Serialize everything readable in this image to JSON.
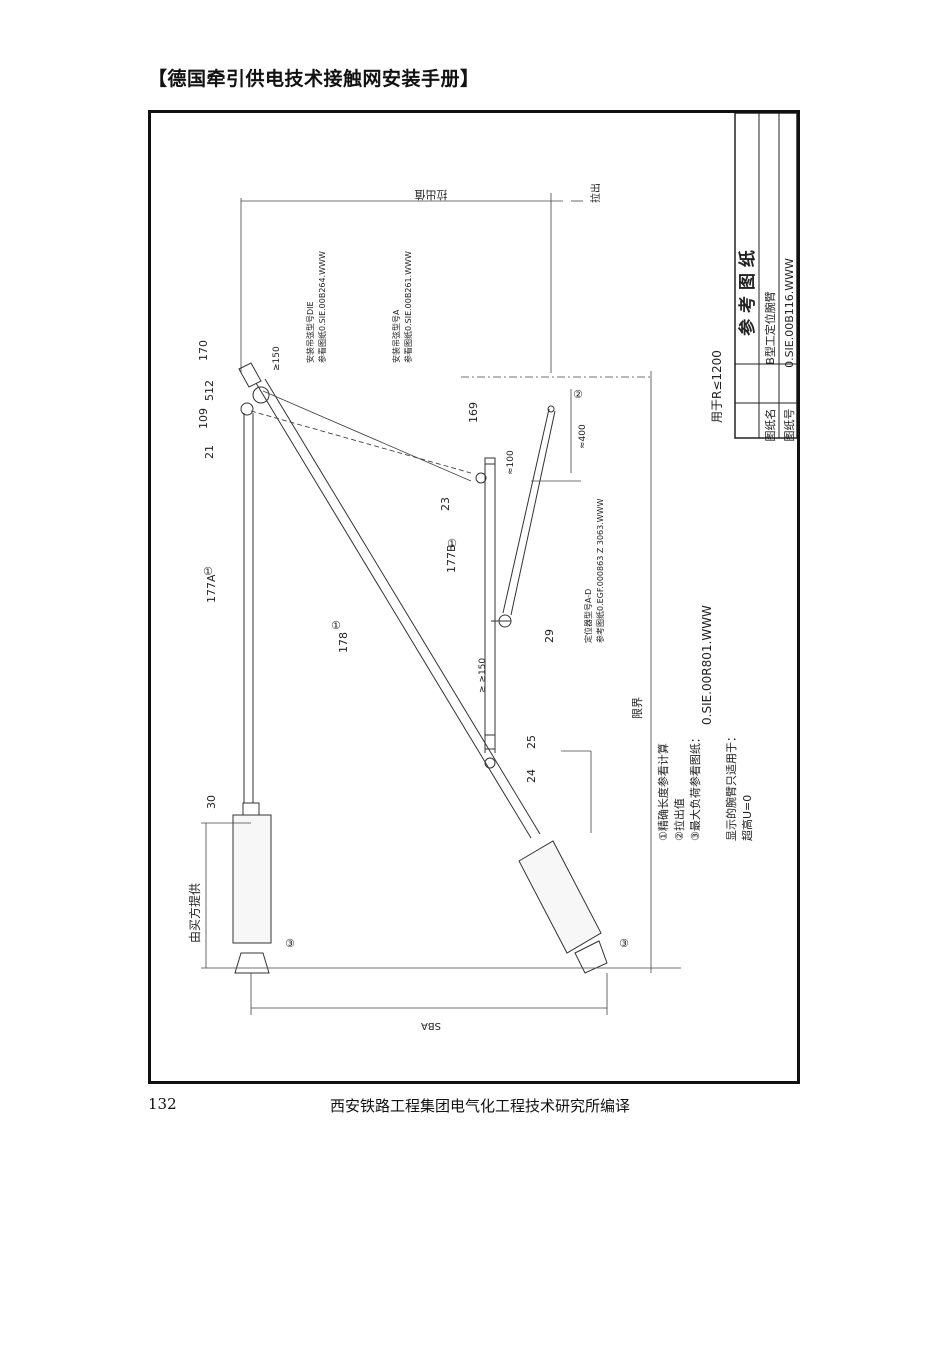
{
  "header": {
    "title": "【德国牵引供电技术接触网安装手册】"
  },
  "footer": {
    "page_number": "132",
    "publisher": "西安铁路工程集团电气化工程技术研究所编译"
  },
  "title_block": {
    "heading": "参  考  图  纸",
    "name_label": "图纸名",
    "name_value": "B型工定位腕臂",
    "number_label": "图纸号",
    "number_value": "0.SIE.00B116.WWW"
  },
  "drawing": {
    "label_170": "170",
    "label_512": "512",
    "label_109": "109",
    "label_21": "21",
    "label_177A": "177A",
    "label_178": "178",
    "label_169": "169",
    "label_23": "23",
    "label_177B": "177B",
    "label_29": "29",
    "label_25": "25",
    "label_24": "24",
    "label_30": "30",
    "dim_150": "≥150",
    "dim_400": "≈400",
    "dim_100": "≈100",
    "dim_150b": "≥ ≥150",
    "dim_bottom": "SBA",
    "dim_top": "拉出值",
    "dim_top_right": "拉出",
    "circle_1": "①",
    "circle_2": "②",
    "circle_3": "③",
    "note_hanger_die": "安装吊弦型号DIE",
    "note_hanger_die_ref": "参看图纸0.SIE.00B264.WWW",
    "note_hanger_a": "安装吊弦型号A",
    "note_hanger_a_ref": "参看图纸0.SIE.00B261.WWW",
    "note_steady_arm": "定位器型号A-D",
    "note_steady_arm_ref": "参考图纸0.EGF.000863 Z 3063.WWW",
    "note_limit": "限界",
    "note_radius": "用于R≤1200",
    "note_provided": "由买方提供",
    "note_main_ref": "0.SIE.00R801.WWW",
    "notes": [
      "①精确长度参看计算",
      "②拉出值",
      "③最大负荷参看图纸：",
      "显示的腕臂只适用于：",
      "超高U=0"
    ]
  }
}
